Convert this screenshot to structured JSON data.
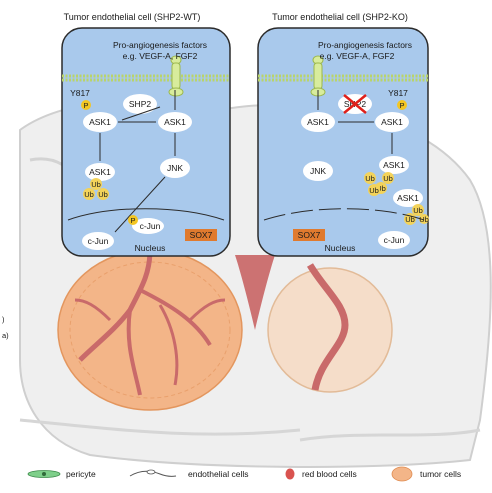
{
  "panels": {
    "wt": {
      "title": "Tumor endothelial cell (SHP2-WT)",
      "receptor_label_1": "Pro-angiogenesis factors",
      "receptor_label_2": "e.g. VEGF-A, FGF2",
      "y817": "Y817",
      "p": "P",
      "shp2": "SHP2",
      "ask1_left": "ASK1",
      "ask1_right": "ASK1",
      "ask1_ub": "ASK1",
      "ub": "Ub",
      "jnk": "JNK",
      "cjun_out": "c-Jun",
      "cjun_in": "c-Jun",
      "sox7": "SOX7",
      "nucleus": "Nucleus"
    },
    "ko": {
      "title": "Tumor endothelial cell (SHP2-KO)",
      "receptor_label_1": "Pro-angiogenesis factors",
      "receptor_label_2": "e.g. VEGF-A, FGF2",
      "y817": "Y817",
      "p": "P",
      "shp2": "SHP2",
      "ask1_left": "ASK1",
      "ask1_right": "ASK1",
      "ask1_ub_1": "ASK1",
      "ask1_ub_2": "ASK1",
      "ub": "Ub",
      "jnk": "JNK",
      "cjun": "c-Jun",
      "sox7": "SOX7",
      "nucleus": "Nucleus"
    }
  },
  "edge_text": {
    "line1": ")",
    "line2": "a)"
  },
  "legend": {
    "pericyte": "pericyte",
    "endothelial": "endothelial cells",
    "rbc": "red blood cells",
    "tumor": "tumor cells"
  },
  "colors": {
    "panel_fill": "#a9c9ec",
    "panel_stroke": "#2b2b2b",
    "node_fill": "#ffffff",
    "phospho": "#f3c623",
    "ub": "#f3d35a",
    "sox7": "#e07a2e",
    "receptor": "#d8ec9c",
    "tumor": "#f3b588",
    "vessel": "#c96a6a",
    "mouse": "#d9d9d9",
    "cross": "#e0201a"
  }
}
